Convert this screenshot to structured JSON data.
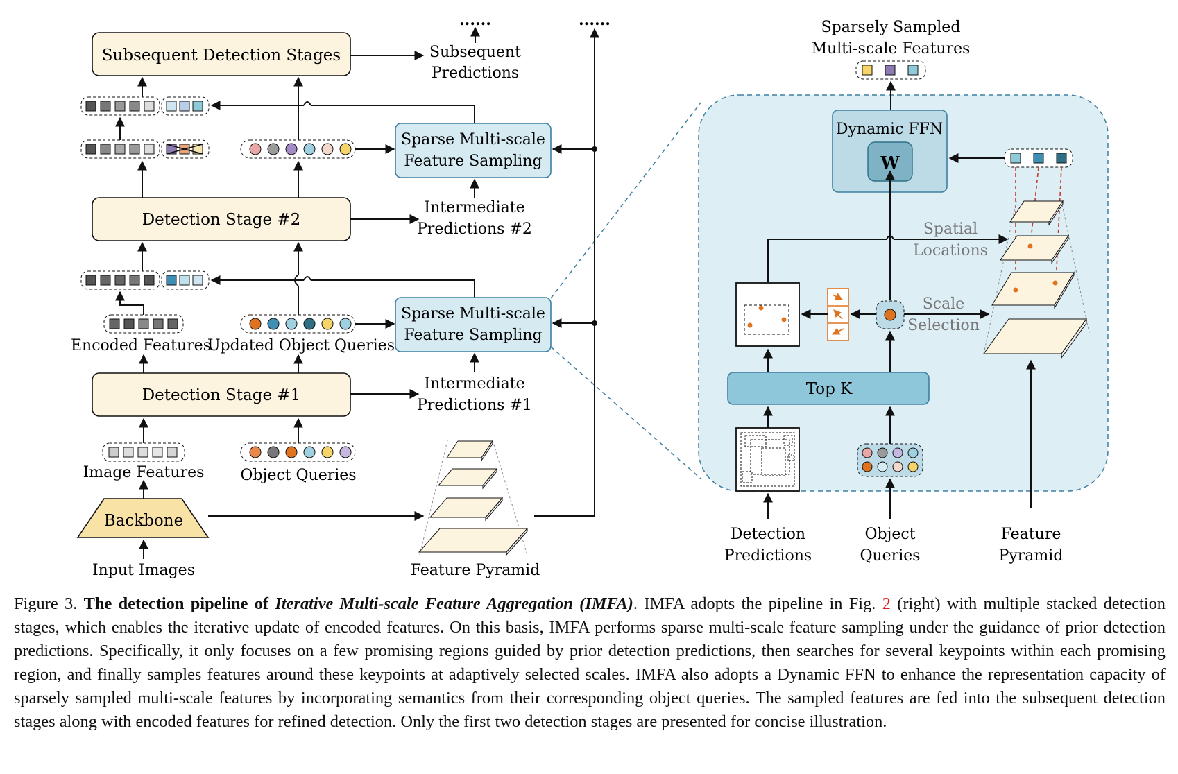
{
  "left_pipeline": {
    "subsequent_stages": "Subsequent Detection Stages",
    "subsequent_predictions": [
      "Subsequent",
      "Predictions"
    ],
    "dots": "......",
    "sparse_sampling": [
      "Sparse Multi-scale",
      "Feature Sampling"
    ],
    "stage2": "Detection Stage #2",
    "intermediate2": [
      "Intermediate",
      "Predictions #2"
    ],
    "stage1": "Detection Stage #1",
    "intermediate1": [
      "Intermediate",
      "Predictions #1"
    ],
    "encoded_features": "Encoded Features",
    "updated_queries": "Updated Object Queries",
    "image_features": "Image Features",
    "object_queries": "Object Queries",
    "backbone": "Backbone",
    "input_images": "Input Images",
    "feature_pyramid": "Feature Pyramid"
  },
  "right_detail": {
    "sparse_features": [
      "Sparsely Sampled",
      "Multi-scale Features"
    ],
    "dynamic_ffn": "Dynamic FFN",
    "weight": "W",
    "spatial_locations": [
      "Spatial",
      "Locations"
    ],
    "scale_selection": [
      "Scale",
      "Selection"
    ],
    "top_k": "Top K",
    "detection_predictions": [
      "Detection",
      "Predictions"
    ],
    "object_queries": [
      "Object",
      "Queries"
    ],
    "feature_pyramid": [
      "Feature",
      "Pyramid"
    ]
  },
  "colors": {
    "stage_fill": "#fdf4e0",
    "sampling_fill": "#d6eaf2",
    "panel_fill": "#ddeef5",
    "backbone_fill": "#f9e2a6",
    "accent_orange": "#e0731f",
    "dashed_red": "#c43a2a"
  },
  "caption": {
    "figure_label": "Figure 3.",
    "title_bold_prefix": "The detection pipeline of",
    "title_italic": "Iterative Multi-scale Feature Aggregation (IMFA)",
    "title_end": ".",
    "text_1": "IMFA adopts the pipeline in Fig.",
    "fig_ref": "2",
    "text_2": "(right) with multiple stacked detection stages, which enables the iterative update of encoded features. On this basis, IMFA performs sparse multi-scale feature sampling under the guidance of prior detection predictions. Specifically, it only focuses on a few promising regions guided by prior detection predictions, then searches for several keypoints within each promising region, and finally samples features around these keypoints at adaptively selected scales. IMFA also adopts a Dynamic FFN to enhance the representation capacity of sparsely sampled multi-scale features by incorporating semantics from their corresponding object queries. The sampled features are fed into the subsequent detection stages along with encoded features for refined detection. Only the first two detection stages are presented for concise illustration."
  }
}
